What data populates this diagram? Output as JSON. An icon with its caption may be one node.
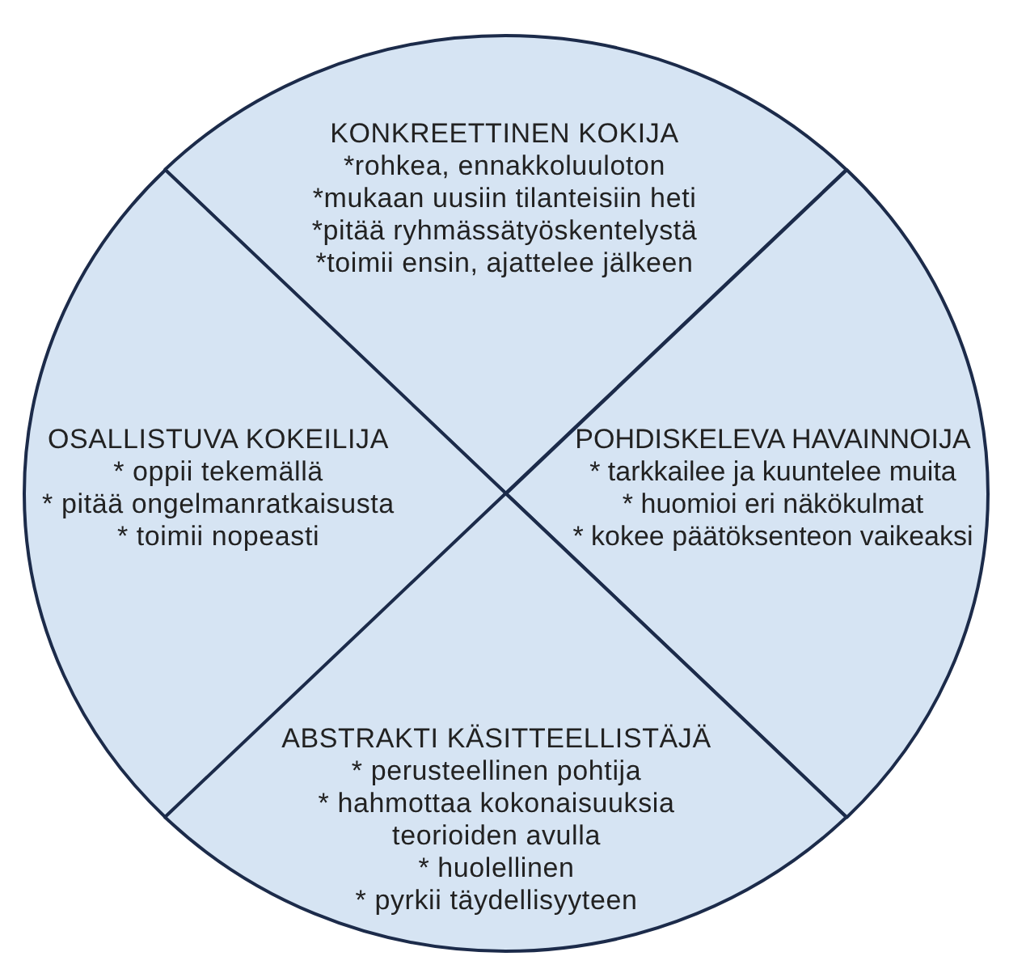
{
  "diagram": {
    "nodes": [
      {
        "text": [
          "KONKREETTINEN KOKIJA",
          "*rohkea, ennakkoluuloton",
          "*mukaan uusiin tilanteisiin heti",
          "*pitää ryhmässätyöskentelystä",
          "*toimii ensin, ajattelee jälkeen"
        ]
      },
      {
        "text": [
          "OSALLISTUVA KOKEILIJA",
          "* oppii tekemällä",
          "* pitää ongelmanratkaisusta",
          "* toimii nopeasti"
        ]
      },
      {
        "text": [
          "POHDISKELEVA HAVAINNOIJA",
          "* tarkkailee ja kuuntelee muita",
          "* huomioi eri näkökulmat",
          "* kokee päätöksenteon vaikeaksi"
        ]
      },
      {
        "text": [
          "ABSTRAKTI KÄSITTEELLISTÄJÄ",
          "* perusteellinen pohtija",
          "* hahmottaa kokonaisuuksia teorioiden avulla",
          "* huolellinen",
          "* pyrkii täydellisyyteen"
        ]
      }
    ]
  }
}
